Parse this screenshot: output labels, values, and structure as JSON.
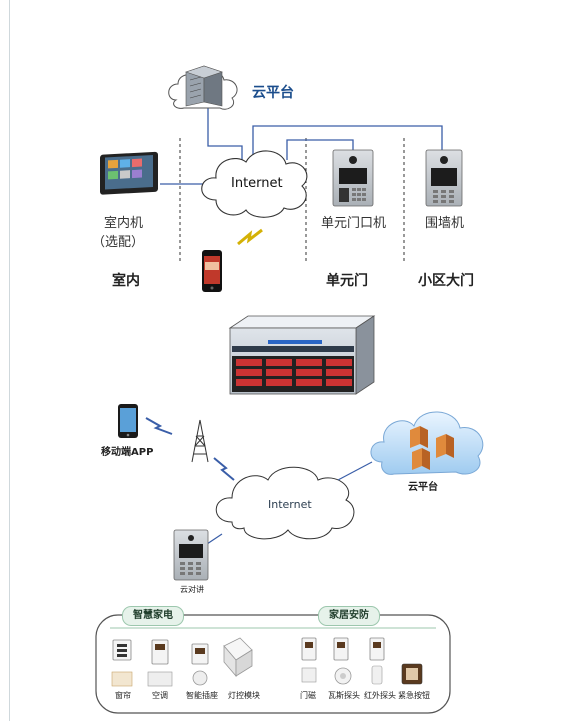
{
  "top": {
    "cloud_label": "云平台",
    "internet_label": "Internet",
    "indoor_unit_label_line1": "室内机",
    "indoor_unit_label_line2": "（选配）",
    "unit_door_label": "单元门口机",
    "wall_unit_label": "围墙机",
    "zone_indoor": "室内",
    "zone_unit_door": "单元门",
    "zone_gate": "小区大门"
  },
  "bottom": {
    "mobile_app_label": "移动端APP",
    "internet_label": "Internet",
    "cloud_label": "云平台",
    "intercom_label": "云对讲",
    "smart_appliances_title": "智慧家电",
    "home_security_title": "家居安防",
    "appliances": [
      "窗帘",
      "空调",
      "智能插座",
      "灯控模块"
    ],
    "security": [
      "门磁",
      "瓦斯探头",
      "红外探头",
      "紧急按钮"
    ]
  },
  "colors": {
    "line_blue": "#3a5ea8",
    "cloud_text": "#1b4d8c",
    "pill_bg": "#e6f2ea"
  }
}
